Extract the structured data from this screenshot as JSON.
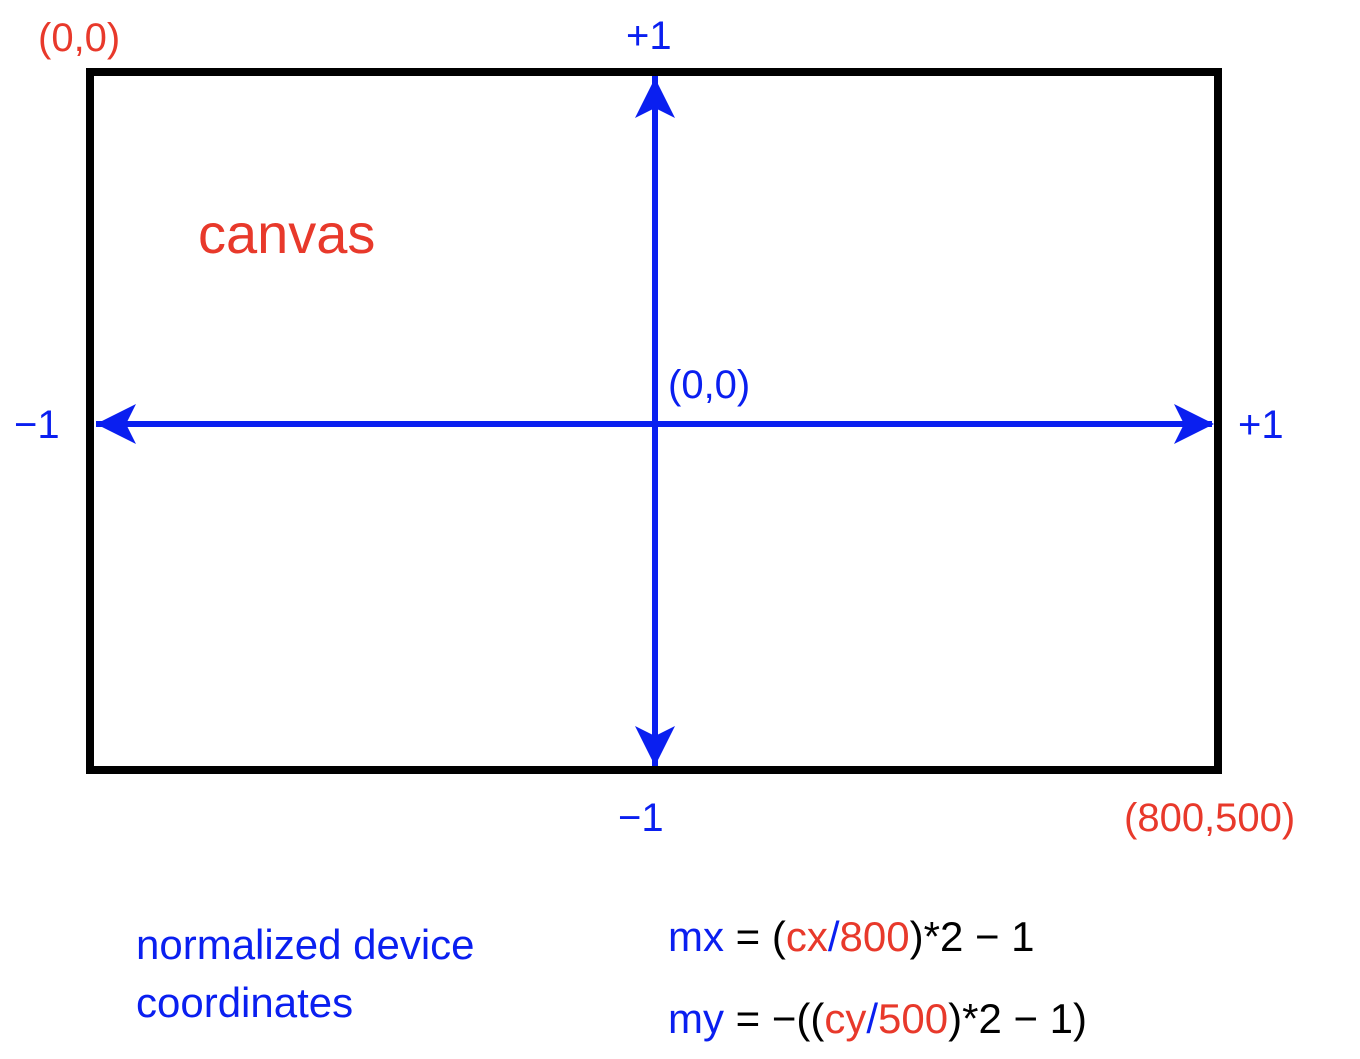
{
  "labels": {
    "canvas_origin": "(0,0)",
    "canvas_corner": "(800,500)",
    "canvas_word": "canvas",
    "ndc_top": "+1",
    "ndc_bottom": "−1",
    "ndc_left": "−1",
    "ndc_right": "+1",
    "ndc_origin": "(0,0)",
    "ndc_caption": "normalized device coordinates"
  },
  "formulas": {
    "mx": [
      {
        "text": "mx",
        "color": "blue"
      },
      {
        "text": " = (",
        "color": "black"
      },
      {
        "text": "cx",
        "color": "red"
      },
      {
        "text": "/",
        "color": "blue"
      },
      {
        "text": "800",
        "color": "red"
      },
      {
        "text": ")*2 − 1",
        "color": "black"
      }
    ],
    "my": [
      {
        "text": "my",
        "color": "blue"
      },
      {
        "text": " = −((",
        "color": "black"
      },
      {
        "text": "cy",
        "color": "red"
      },
      {
        "text": "/",
        "color": "blue"
      },
      {
        "text": "500",
        "color": "red"
      },
      {
        "text": ")*2 − 1)",
        "color": "black"
      }
    ]
  },
  "colors": {
    "canvas_label": "#e8392b",
    "ndc_axes": "#0a1ff0",
    "frame": "#000000"
  }
}
